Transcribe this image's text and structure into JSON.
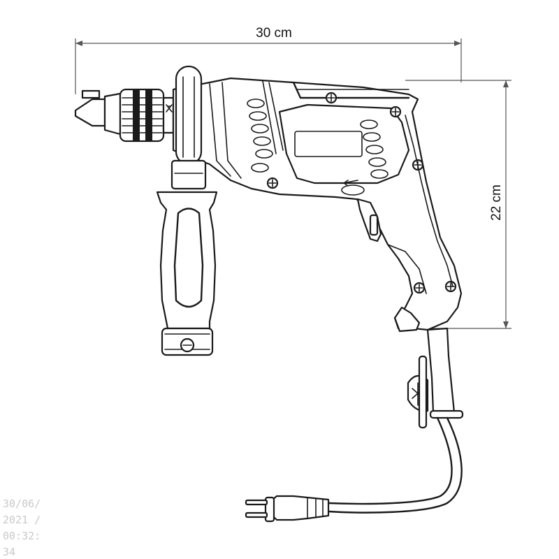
{
  "dimensions": {
    "width_label": "30 cm",
    "height_label": "22 cm"
  },
  "watermark": {
    "line1": "30/06/",
    "line2": "2021 /",
    "line3": "00:32:",
    "line4": "34"
  }
}
